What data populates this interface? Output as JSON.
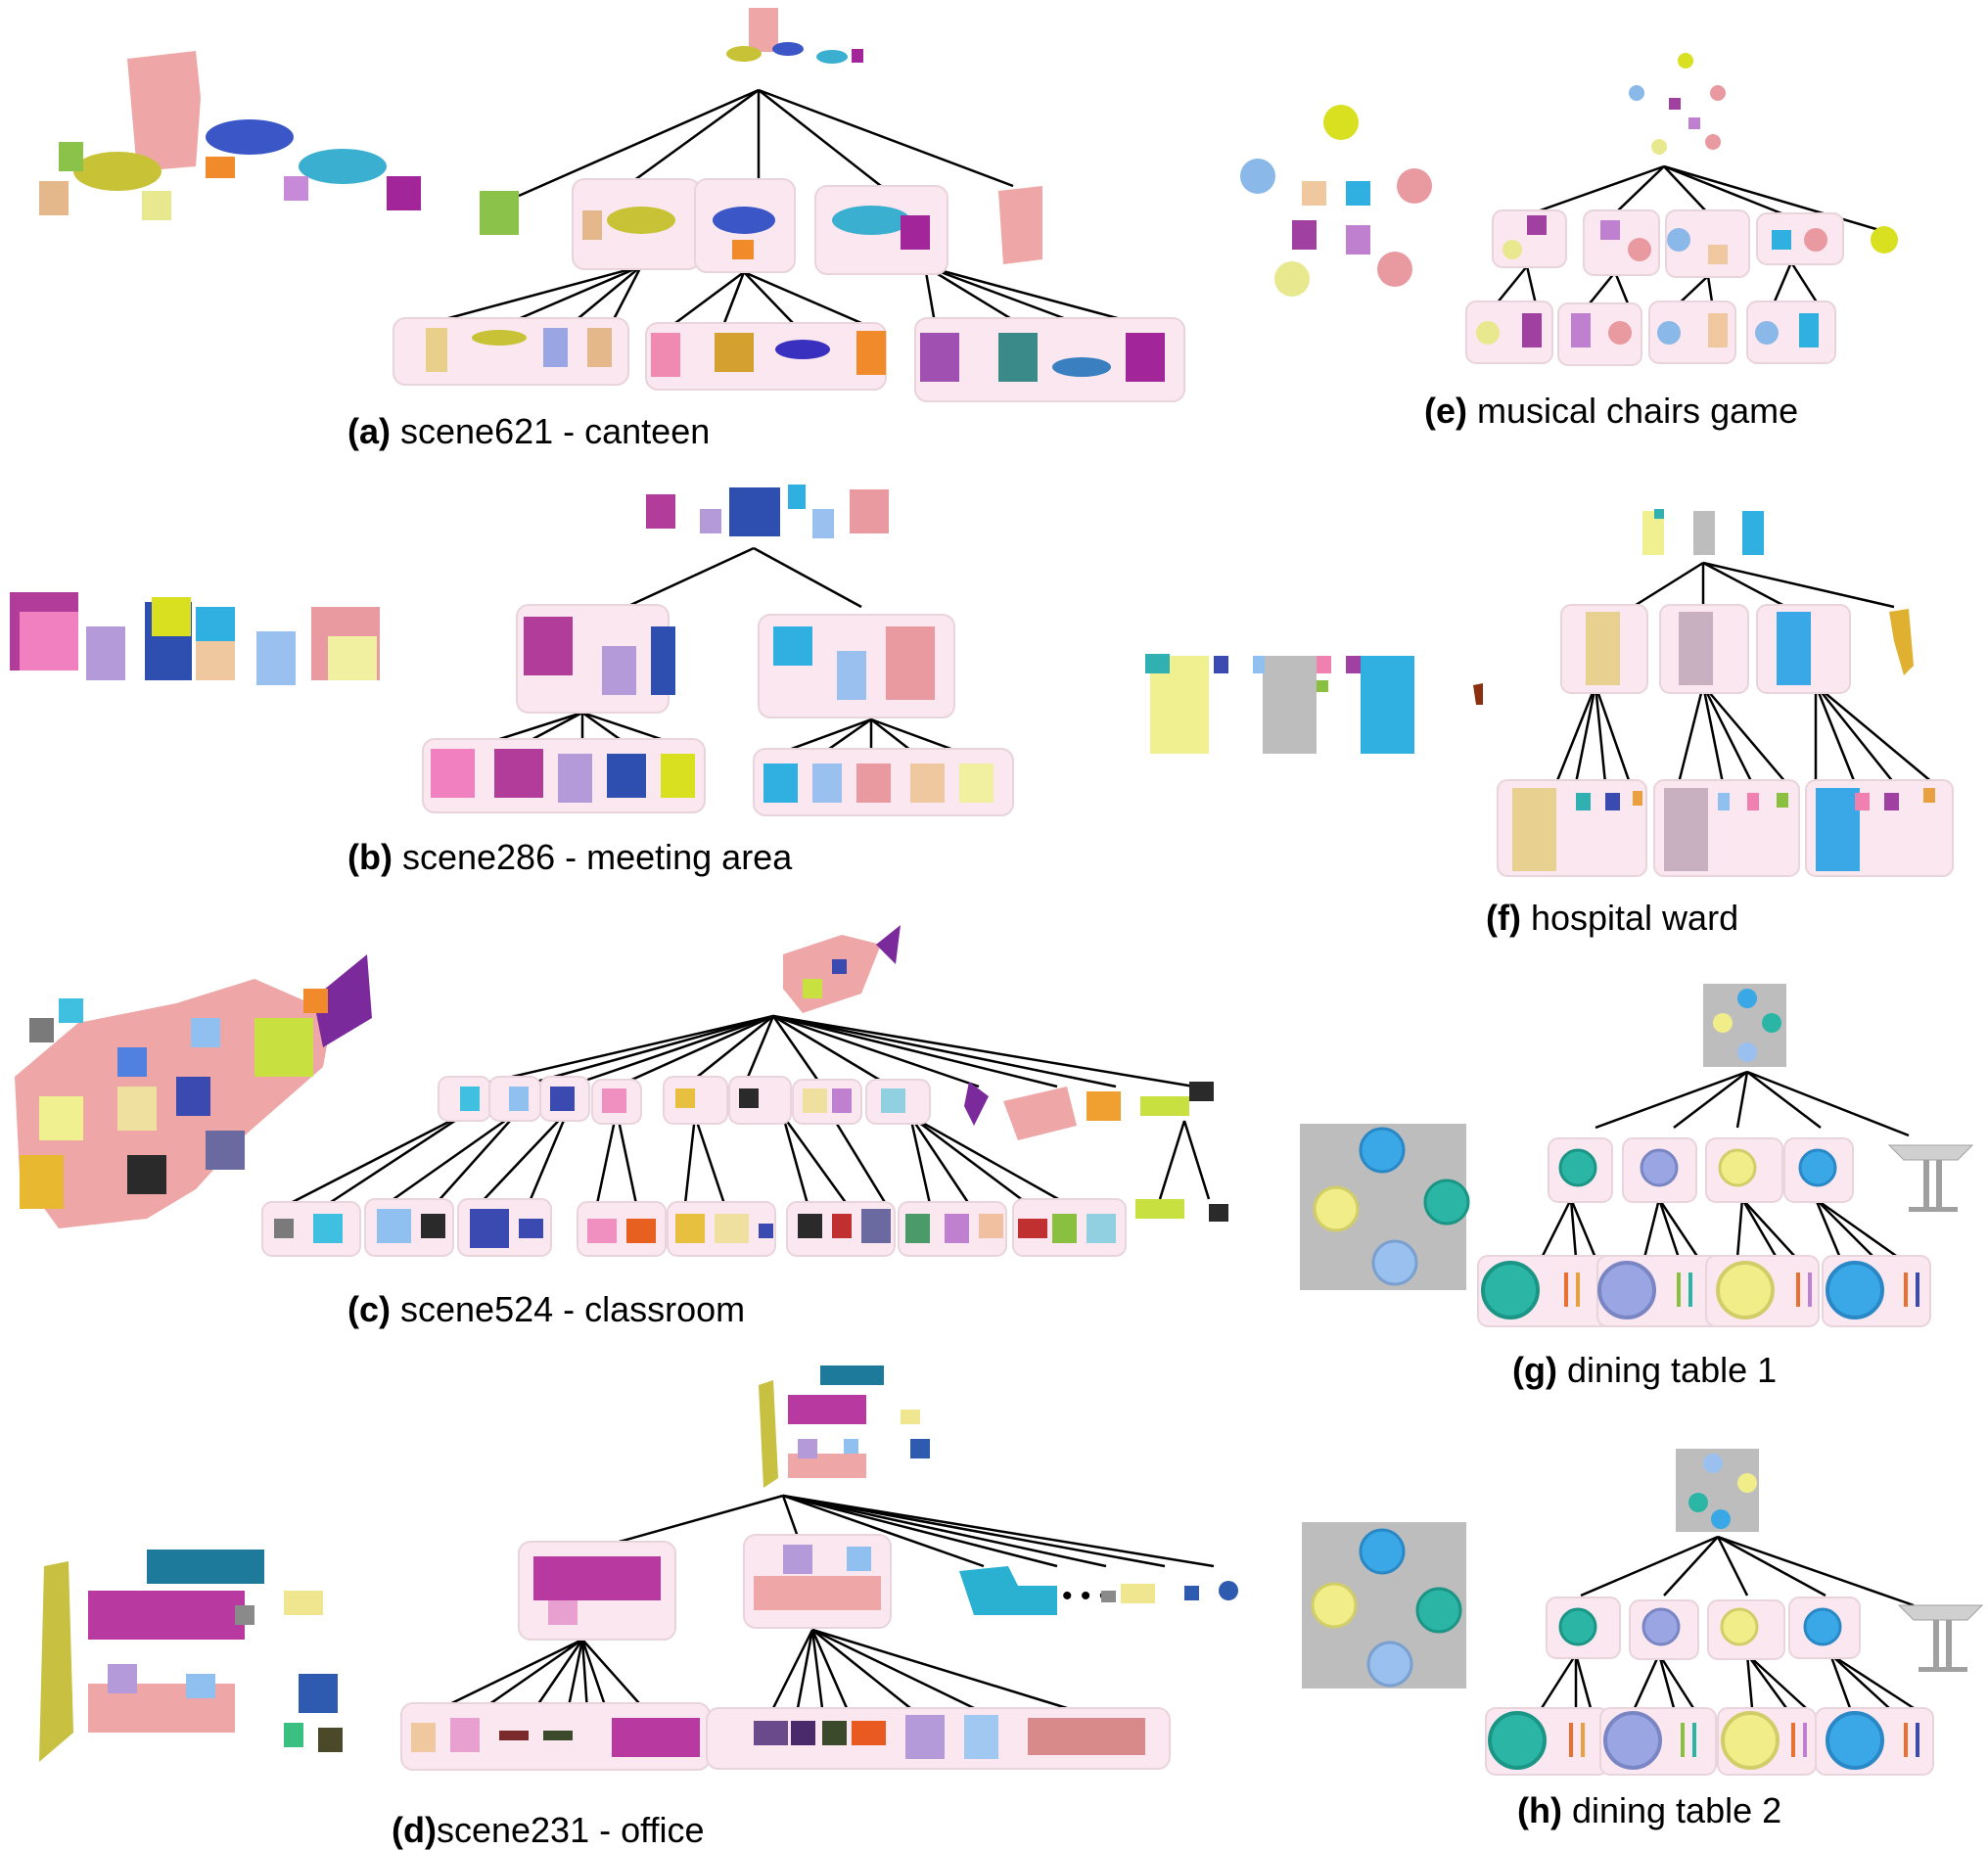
{
  "figure": {
    "panels": [
      {
        "id": "a",
        "letter": "(a)",
        "text": " scene621 - canteen"
      },
      {
        "id": "b",
        "letter": "(b)",
        "text": " scene286 - meeting area"
      },
      {
        "id": "c",
        "letter": "(c)",
        "text": " scene524 - classroom"
      },
      {
        "id": "d",
        "letter": "(d)",
        "text": "scene231 - office"
      },
      {
        "id": "e",
        "letter": "(e)",
        "text": " musical chairs game"
      },
      {
        "id": "f",
        "letter": "(f)",
        "text": " hospital ward"
      },
      {
        "id": "g",
        "letter": "(g)",
        "text": " dining table 1"
      },
      {
        "id": "h",
        "letter": "(h)",
        "text": " dining table 2"
      }
    ],
    "colors": {
      "group_box": "#fbe7ef",
      "group_border": "#e8d4da",
      "edge": "#000000",
      "pink_scan": "#eea6a6",
      "table_gray": "#bdbdbd",
      "plate_teal": "#2bb5a5",
      "plate_blue": "#3aa8e6",
      "plate_yellow": "#f1ee8a",
      "plate_lavender": "#9aa6e3"
    }
  }
}
